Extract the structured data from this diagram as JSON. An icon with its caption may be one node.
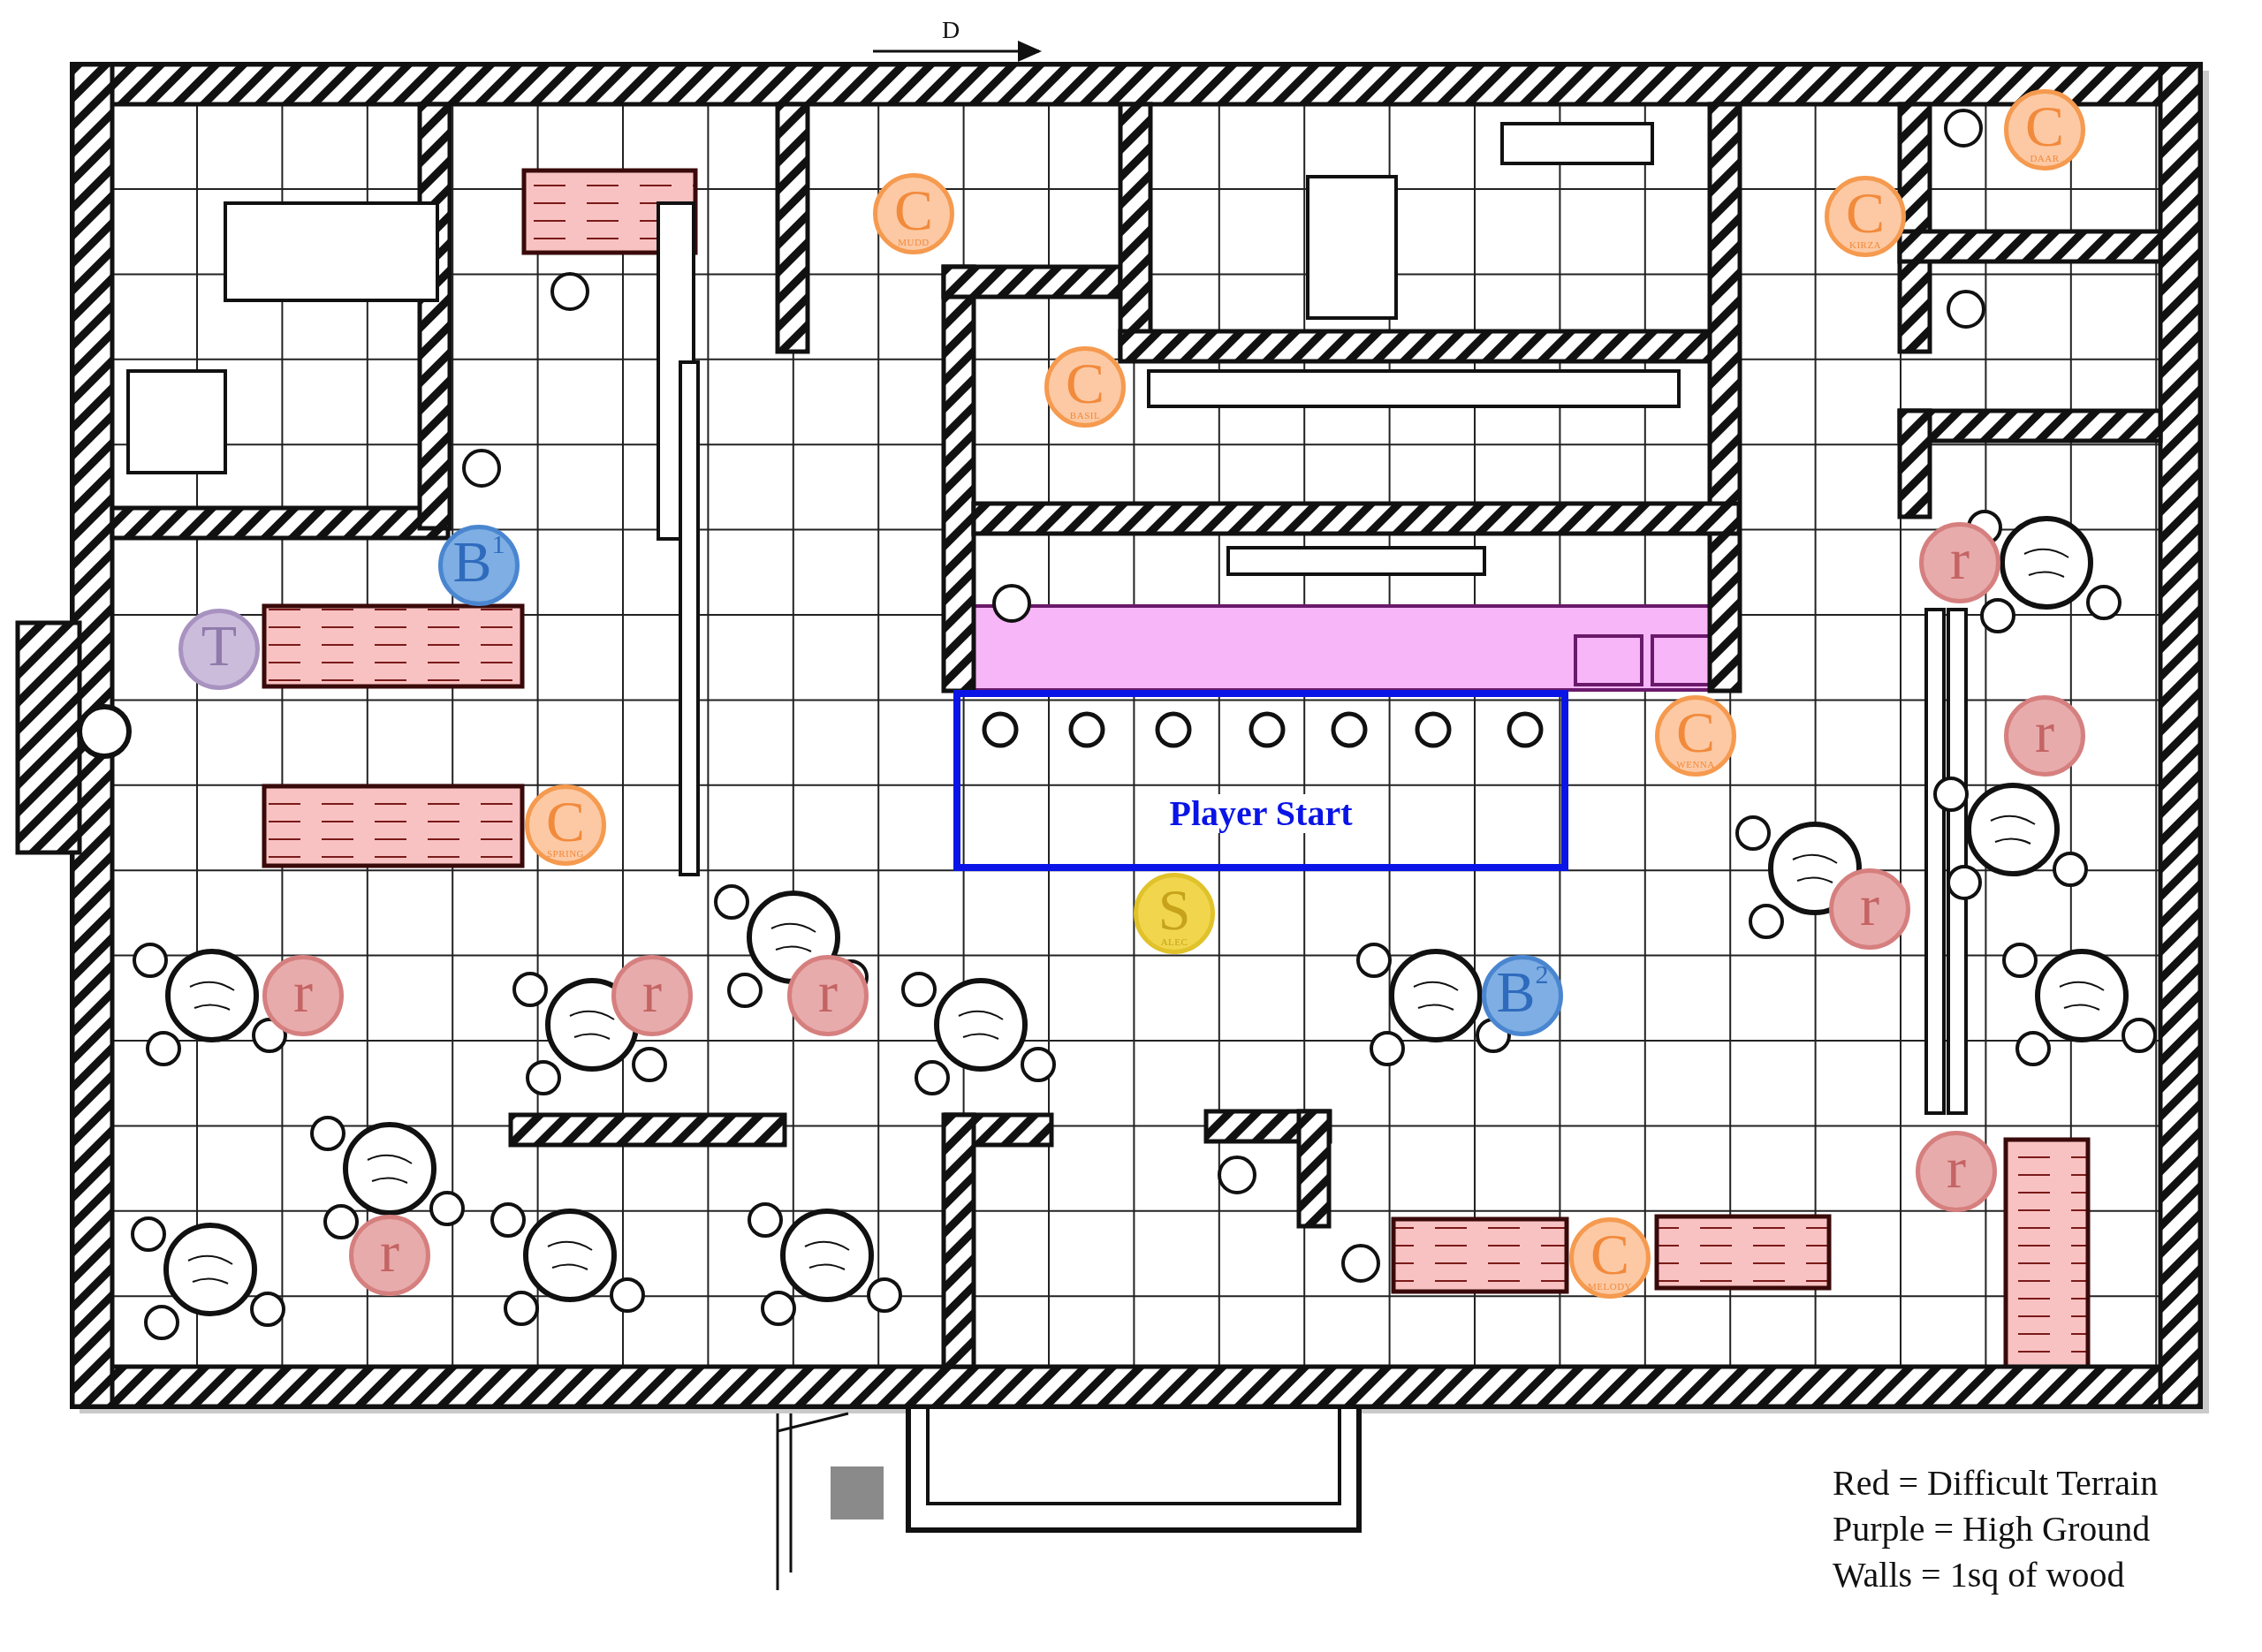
{
  "diagram": {
    "nodes": [
      {
        "text": [
          "C",
          "DAAR"
        ]
      },
      {
        "text": [
          "C",
          "MUDD"
        ]
      },
      {
        "text": [
          "C",
          "KIRZA"
        ]
      },
      {
        "text": [
          "C",
          "BASIL"
        ]
      },
      {
        "text": [
          "r"
        ]
      },
      {
        "text": [
          "B$^{1}$"
        ]
      },
      {
        "text": [
          "T"
        ]
      },
      {
        "text": [
          "Player Start"
        ]
      },
      {
        "text": [
          "C",
          "WENNA"
        ]
      },
      {
        "text": [
          "r"
        ]
      },
      {
        "text": [
          "C",
          "SPRING"
        ]
      },
      {
        "text": [
          "r"
        ]
      },
      {
        "text": [
          "S",
          "ALEC"
        ]
      },
      {
        "text": [
          "r"
        ]
      },
      {
        "text": [
          "r"
        ]
      },
      {
        "text": [
          "r"
        ]
      },
      {
        "text": [
          "B$^{2}$"
        ]
      },
      {
        "text": [
          "r"
        ]
      },
      {
        "text": [
          "r"
        ]
      },
      {
        "text": [
          "C",
          "MELODY"
        ]
      }
    ],
    "edges": [],
    "labels": [
      "D",
      "Red = Difficult Terrain",
      "Purple = High Ground",
      "Walls = 1sq of wood"
    ]
  }
}
